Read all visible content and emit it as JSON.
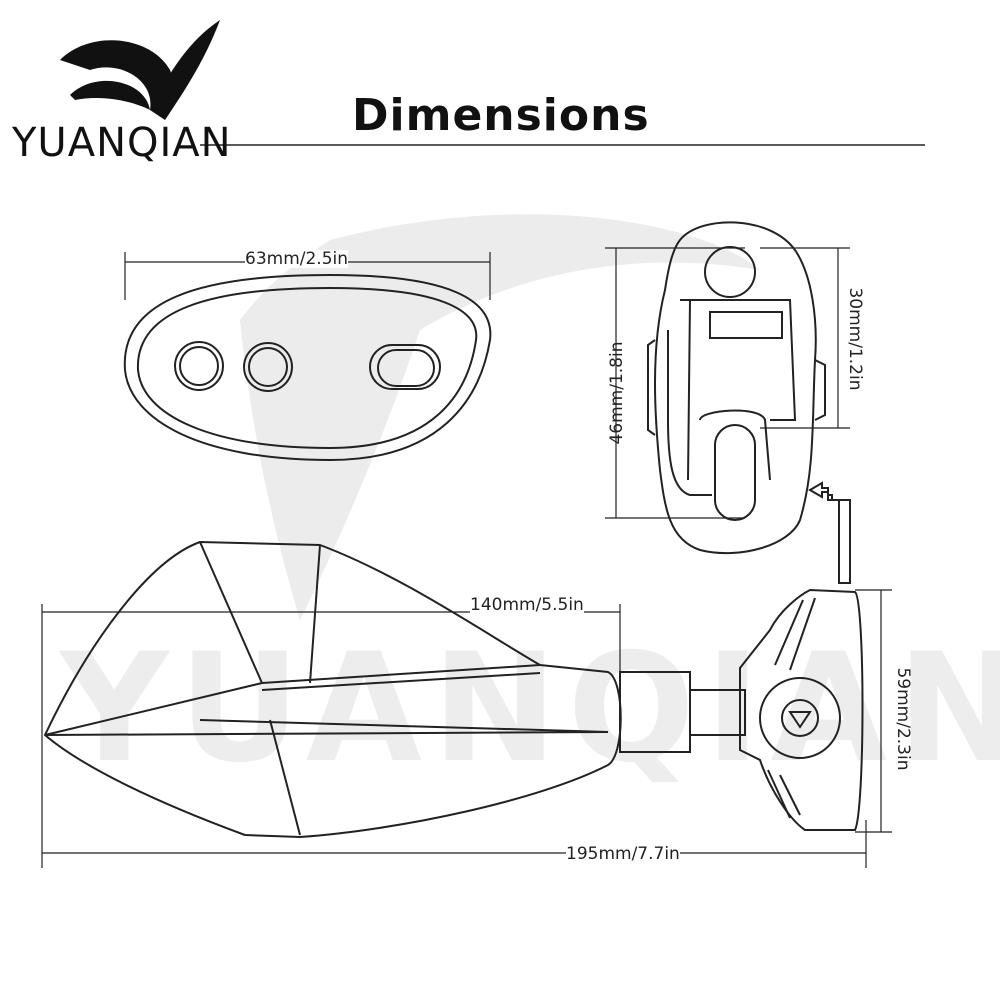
{
  "brand": {
    "name": "YUANQIAN"
  },
  "page": {
    "title": "Dimensions"
  },
  "watermark": {
    "text": "YUANQIAN"
  },
  "dimensions": {
    "base_width": "63mm/2.5in",
    "clamp_height": "46mm/1.8in",
    "clamp_inner": "30mm/1.2in",
    "mount_height": "59mm/2.3in",
    "arm_length": "140mm/5.5in",
    "total_length": "195mm/7.7in"
  },
  "colors": {
    "line": "#222222",
    "watermark": "#e6e6e6",
    "text": "#111111"
  }
}
